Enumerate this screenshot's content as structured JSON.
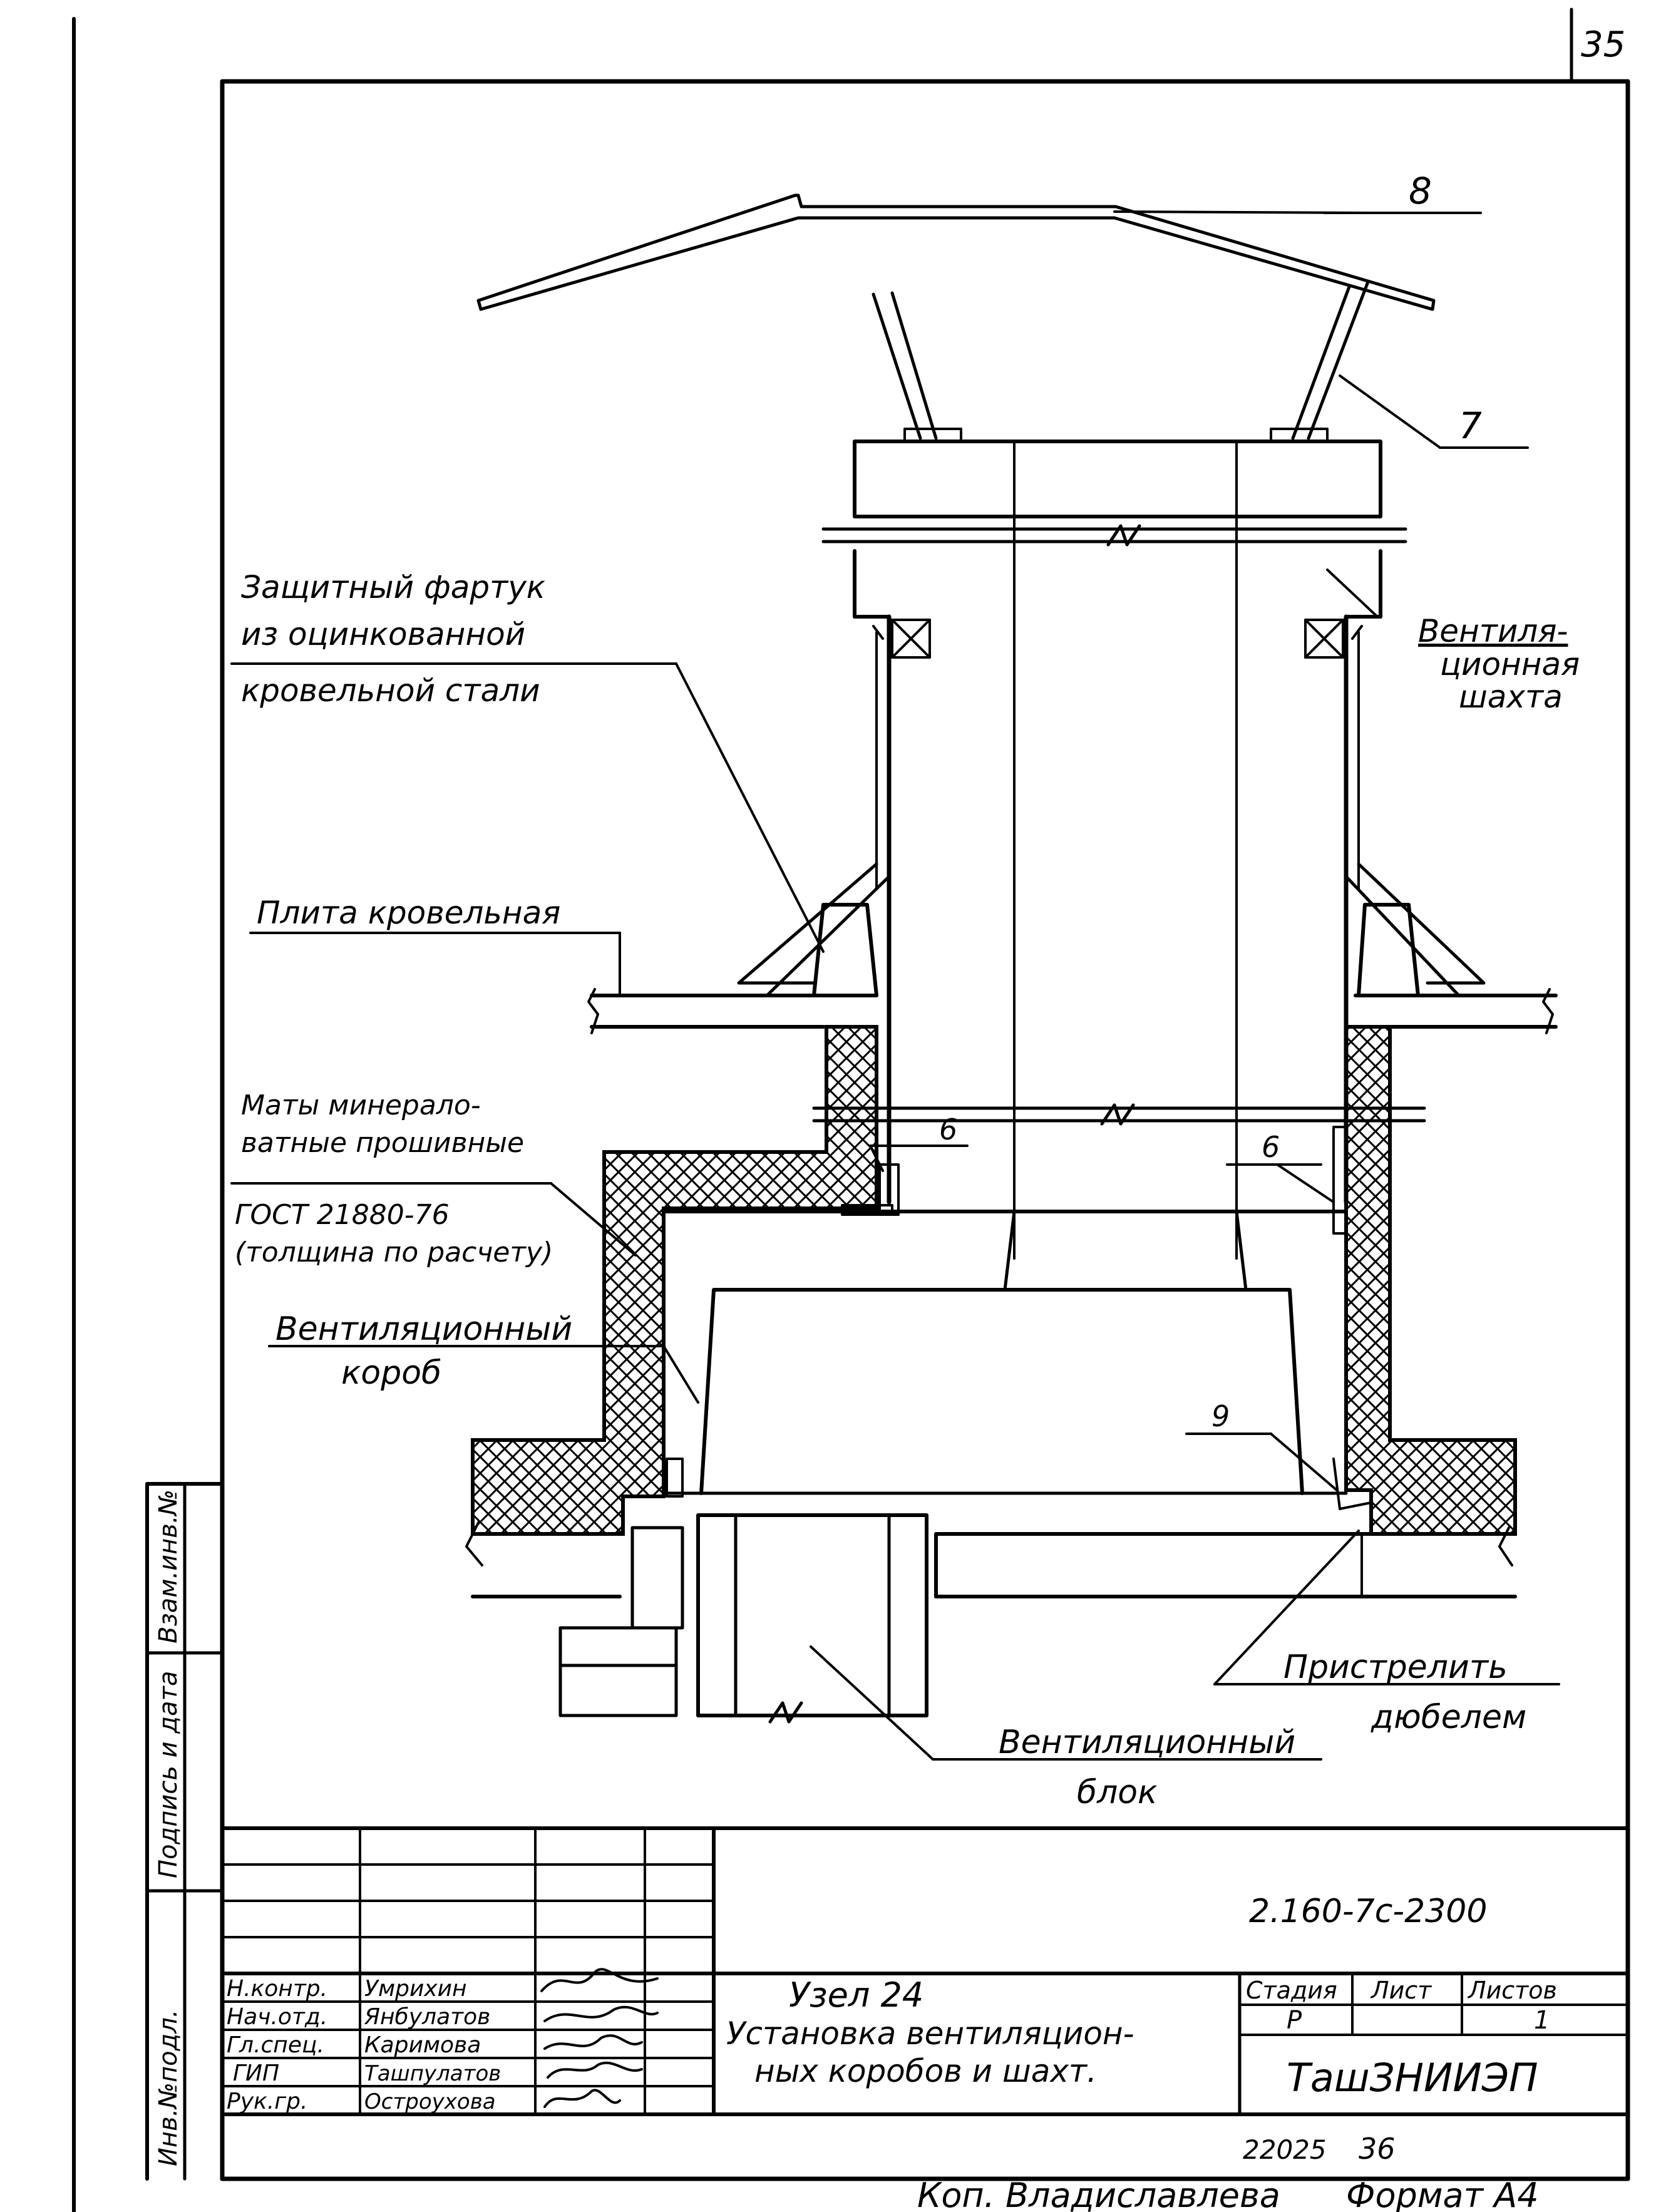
{
  "sheet": {
    "page_number": "35"
  },
  "labels": {
    "apron": [
      "Защитный фартук",
      "из оцинкованной",
      "кровельной стали"
    ],
    "shaft": [
      "Вентиля-",
      "ционная",
      "шахта"
    ],
    "roof_slab": "Плита кровельная",
    "mats": [
      "Маты минерало-",
      "ватные прошивные",
      "ГОСТ 21880-76",
      "(толщина по расчету)"
    ],
    "duct": [
      "Вентиляционный",
      "короб"
    ],
    "dowel": [
      "Пристрелить",
      "дюбелем"
    ],
    "block": [
      "Вентиляционный",
      "блок"
    ],
    "pos_8": "8",
    "pos_7": "7",
    "pos_6a": "6",
    "pos_6b": "6",
    "pos_9": "9"
  },
  "stamp": {
    "doc_code": "2.160-7с-2300",
    "title": [
      "Узел 24",
      "Установка вентиляцион-",
      "ных коробов и шахт."
    ],
    "stage_header": "Стадия",
    "sheet_header": "Лист",
    "sheets_header": "Листов",
    "stage": "Р",
    "sheet": "",
    "sheets": "1",
    "org": "ТашЗНИИЭП",
    "roles": [
      "Н.контр.",
      "Нач.отд.",
      "Гл.спец.",
      "ГИП",
      "Рук.гр."
    ],
    "names": [
      "Умрихин",
      "Янбулатов",
      "Каримова",
      "Ташпулатов",
      "Остроухова"
    ]
  },
  "side_stamp": [
    "Инв.№подл.",
    "Подпись и дата",
    "Взам.инв.№"
  ],
  "footer": {
    "number_a": "22025",
    "number_b": "36",
    "copied": "Коп. Владиславлева",
    "format": "Формат А4"
  }
}
